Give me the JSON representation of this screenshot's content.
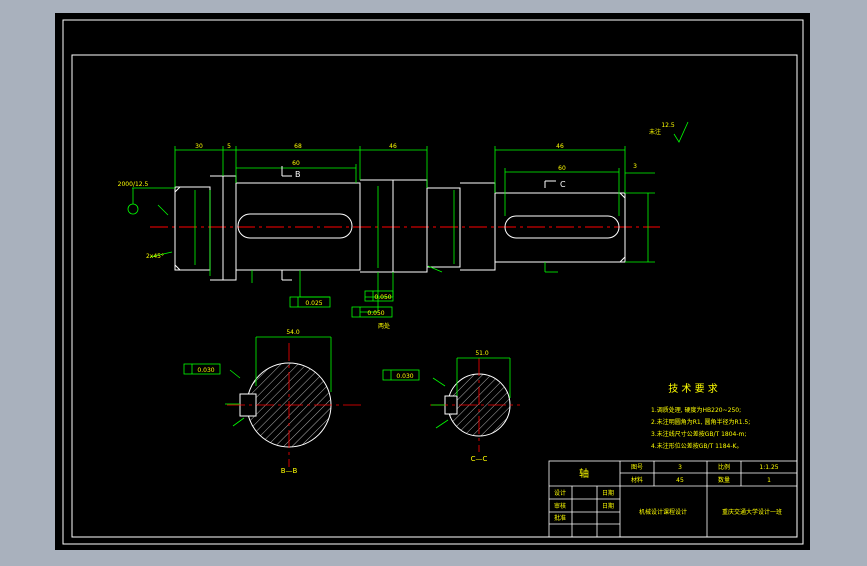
{
  "colors": {
    "background": "#a9b1bd",
    "paper": "#000000",
    "frame": "#ffffff",
    "geometry": "#ffffff",
    "dimension": "#00ff00",
    "centerline": "#ff0000",
    "text_yellow": "#ffff00"
  },
  "drawing": {
    "main_view": {
      "top_dims": [
        "30",
        "5",
        "68",
        "46",
        "46",
        "60",
        "3"
      ],
      "inner_dim": "60",
      "section_mark_b": "B",
      "section_mark_c": "C",
      "tolerance_frames": [
        "0.025",
        "0.050",
        "0.050"
      ],
      "note_label": "未注",
      "roughness_value": "12.5",
      "left_note": "2000/12.5",
      "chamfer_note": "2x45°",
      "lower_label": "两处"
    },
    "section_b": {
      "label": "B—B",
      "top_dim": "54.0",
      "tolerance": "0.030"
    },
    "section_c": {
      "label": "C—C",
      "top_dim": "51.0",
      "tolerance": "0.030"
    },
    "tech_requirements": {
      "title": "技 术 要 求",
      "items": [
        "1.调质处理, 硬度为HB220~250;",
        "2.未注明圆角为R1, 圆角半径为R1.5;",
        "3.未注线尺寸公差按GB/T 1804-m;",
        "4.未注形位公差按GB/T 1184-K。"
      ]
    },
    "title_block": {
      "part_name": "轴",
      "labels": {
        "drawing_no": "图号",
        "scale": "比例",
        "material": "材料",
        "quantity": "数量",
        "designed": "设计",
        "checked": "审核",
        "approved": "批准",
        "date": "日期"
      },
      "values": {
        "drawing_no": "3",
        "scale": "1:1.25",
        "material": "45",
        "quantity": "1"
      },
      "course": "机械设计课程设计",
      "school": "重庆交通大学设计一班"
    }
  }
}
